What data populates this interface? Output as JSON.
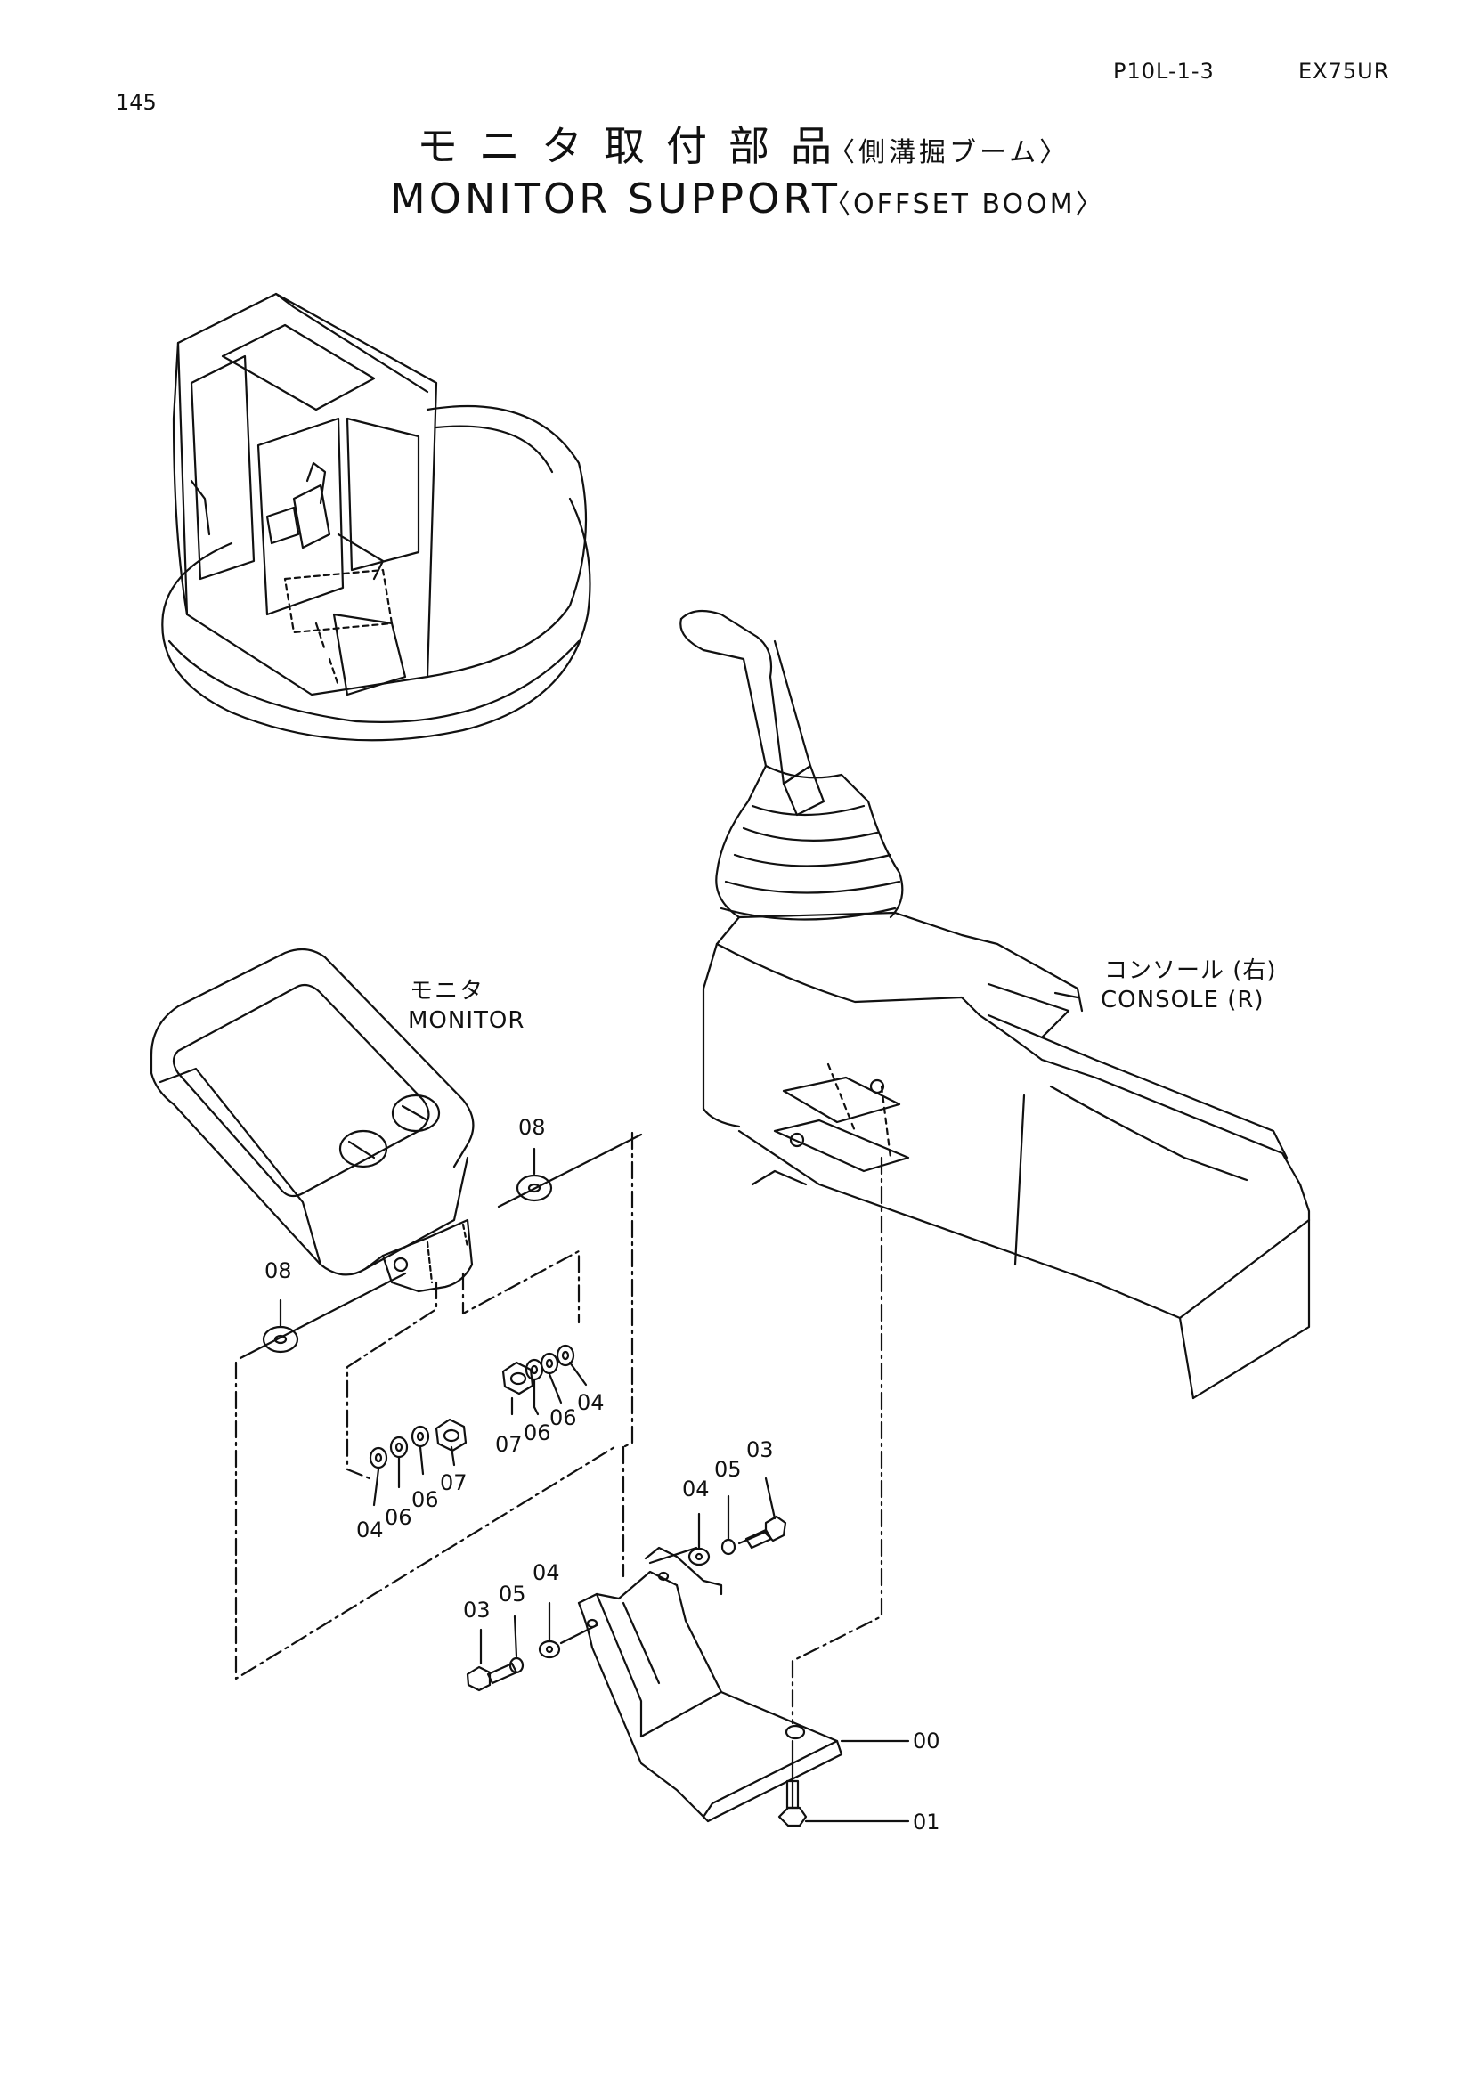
{
  "header": {
    "page_number": "145",
    "page_code": "P10L-1-3",
    "model": "EX75UR",
    "title_jp": "モニタ取付部品",
    "title_jp_sub": "〈側溝掘ブーム〉",
    "title_en": "MONITOR SUPPORT",
    "title_en_sub": "〈OFFSET BOOM〉"
  },
  "labels": {
    "monitor_jp": "モニタ",
    "monitor_en": "MONITOR",
    "console_jp": "コンソール (右)",
    "console_en": "CONSOLE (R)"
  },
  "callouts": [
    {
      "id": "c08a",
      "text": "08"
    },
    {
      "id": "c08b",
      "text": "08"
    },
    {
      "id": "c07a",
      "text": "07"
    },
    {
      "id": "c06a",
      "text": "06"
    },
    {
      "id": "c06b",
      "text": "06"
    },
    {
      "id": "c04a",
      "text": "04"
    },
    {
      "id": "c04b",
      "text": "04"
    },
    {
      "id": "c06c",
      "text": "06"
    },
    {
      "id": "c06d",
      "text": "06"
    },
    {
      "id": "c07b",
      "text": "07"
    },
    {
      "id": "c04c",
      "text": "04"
    },
    {
      "id": "c05a",
      "text": "05"
    },
    {
      "id": "c03a",
      "text": "03"
    },
    {
      "id": "c03b",
      "text": "03"
    },
    {
      "id": "c05b",
      "text": "05"
    },
    {
      "id": "c04d",
      "text": "04"
    },
    {
      "id": "c00",
      "text": "00"
    },
    {
      "id": "c01",
      "text": "01"
    }
  ]
}
